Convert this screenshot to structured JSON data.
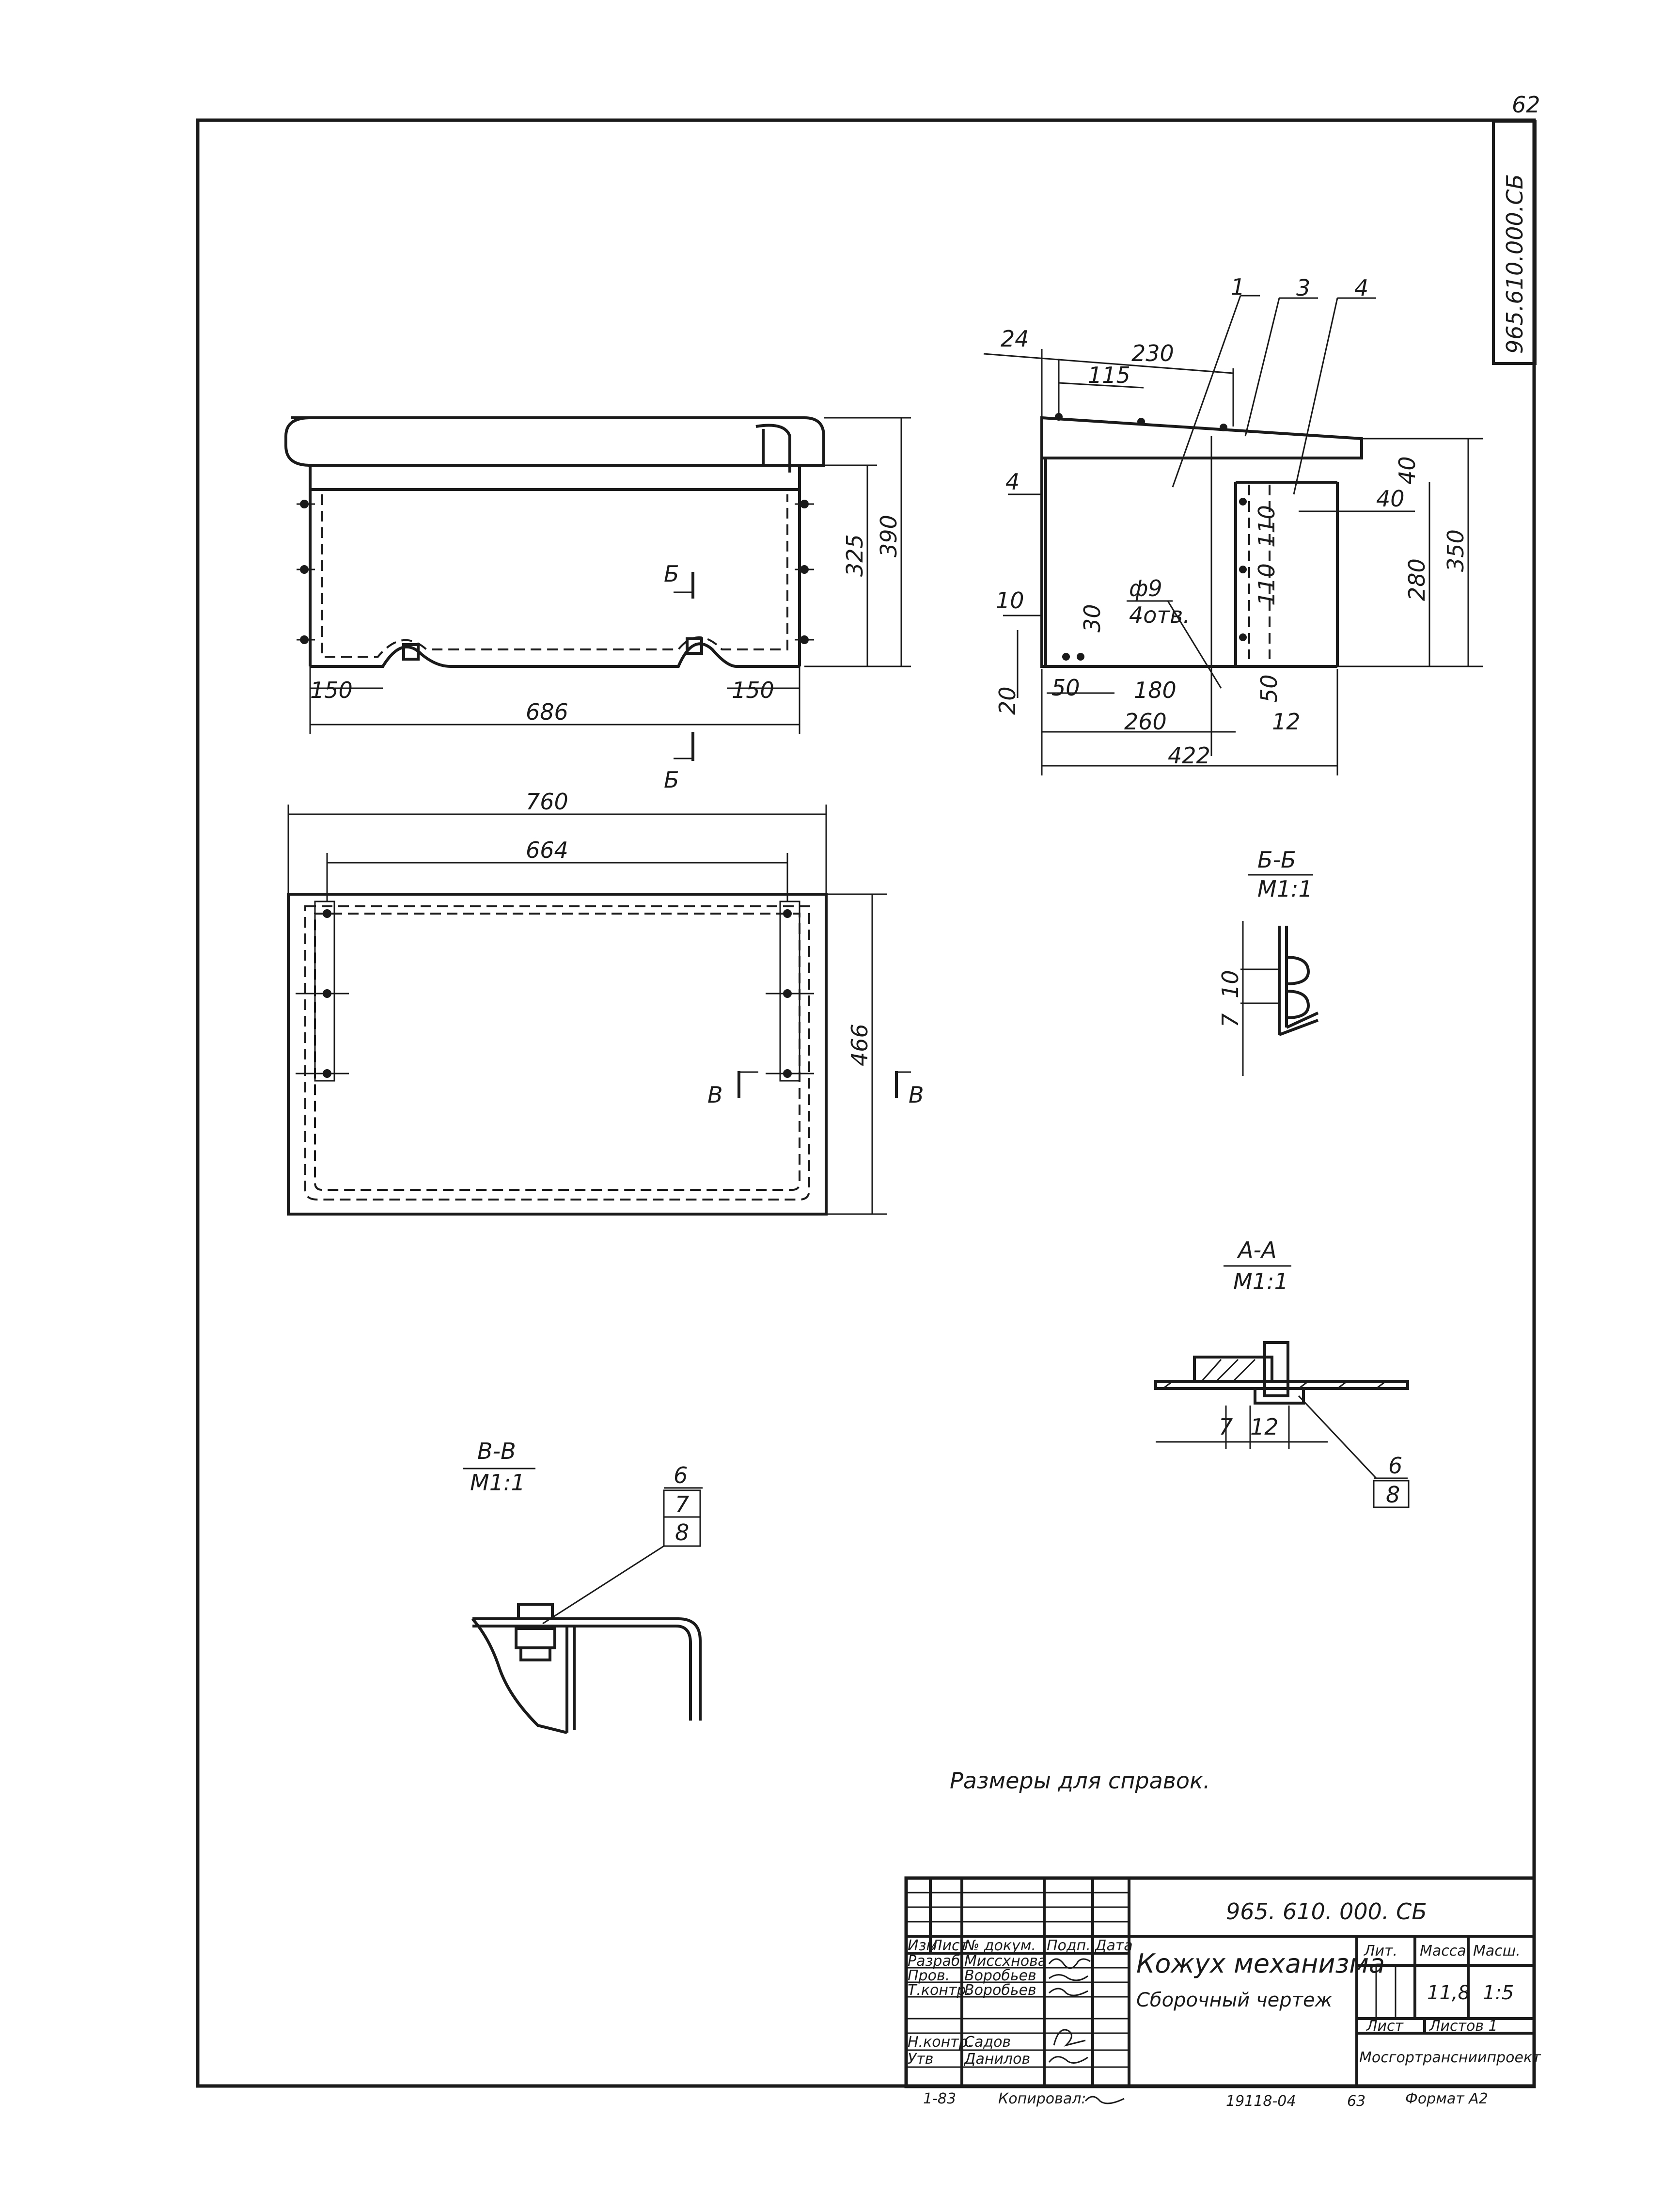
{
  "sheet_number": "62",
  "side_code": "965.610.000.СБ",
  "dims": {
    "front": {
      "w150a": "150",
      "w150b": "150",
      "w686": "686",
      "h325": "325",
      "h390": "390",
      "sec_top": "Б",
      "sec_bottom": "Б"
    },
    "side": {
      "d24": "24",
      "d230": "230",
      "d115": "115",
      "d4": "4",
      "d10": "10",
      "d30": "30",
      "d20": "20",
      "d50a": "50",
      "d180": "180",
      "d260": "260",
      "d12": "12",
      "d422": "422",
      "d50b": "50",
      "d110a": "110",
      "d110b": "110",
      "d40a": "40",
      "d40b": "40",
      "d280": "280",
      "d350": "350",
      "hole": "ф9",
      "holes": "4отв.",
      "call1": "1",
      "call3": "3",
      "call4": "4"
    },
    "plan": {
      "d760": "760",
      "d664": "664",
      "d466": "466",
      "secL": "В",
      "secR": "В"
    }
  },
  "section_bb": {
    "title": "Б-Б",
    "scale": "М1:1",
    "d10": "10",
    "d7": "7"
  },
  "section_aa": {
    "title": "А-А",
    "scale": "М1:1",
    "d7": "7",
    "d12": "12",
    "p6": "6",
    "p8": "8"
  },
  "section_vv": {
    "title": "В-В",
    "scale": "М1:1",
    "p6": "6",
    "p7": "7",
    "p8": "8"
  },
  "note": "Размеры для справок.",
  "title_block": {
    "code": "965. 610. 000. СБ",
    "name": "Кожух механизма",
    "doc_type": "Сборочный чертеж",
    "col_izm": "Изм",
    "col_list": "Лист",
    "col_doc": "№ докум.",
    "col_sign": "Подп.",
    "col_date": "Дата",
    "role_razrab": "Разраб.",
    "name_razrab": "Миссхнова",
    "role_prov": "Пров.",
    "name_prov": "Воробьев",
    "role_tkontr": "Т.контр.",
    "name_tkontr": "Воробьев",
    "role_nkontr": "Н.контр.",
    "name_nkontr": "Садов",
    "role_utv": "Утв",
    "name_utv": "Данилов",
    "lit": "Лит.",
    "massa": "Масса",
    "masshtab": "Масш.",
    "massa_val": "11,8",
    "scale_val": "1:5",
    "list": "Лист",
    "listov": "Листов 1",
    "org": "Мосгортрансниипроект"
  },
  "footer": {
    "code": "1-83",
    "kopiroval": "Копировал:",
    "inv": "19118-04",
    "page": "63",
    "format": "Формат А2"
  }
}
